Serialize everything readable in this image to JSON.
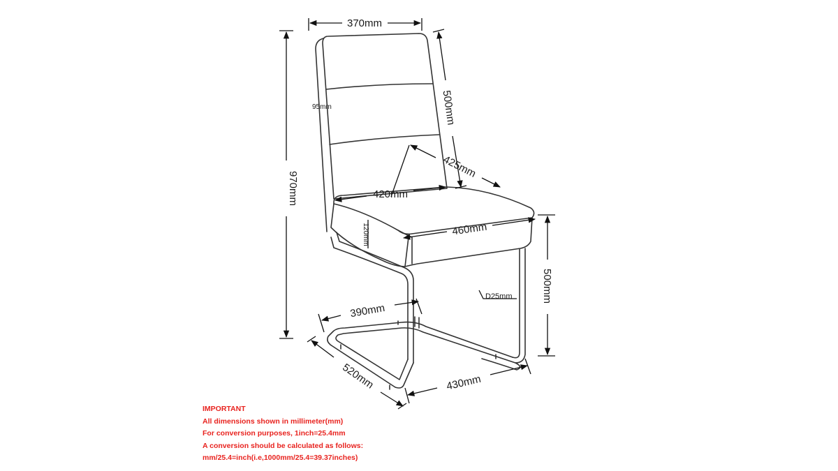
{
  "dimensions": {
    "back_width": "370mm",
    "back_height": "500mm",
    "total_height": "970mm",
    "panel_height": "95mm",
    "seat_depth_diag": "425mm",
    "seat_back_width": "420mm",
    "seat_width": "460mm",
    "seat_thickness": "120mm",
    "seat_height": "500mm",
    "tube_diameter": "D25mm",
    "base_front_width": "390mm",
    "base_depth": "520mm",
    "base_rear_width": "430mm"
  },
  "notes": {
    "title": "IMPORTANT",
    "lines": [
      "All dimensions shown in millimeter(mm)",
      "For conversion purposes, 1inch=25.4mm",
      "A conversion should be calculated as follows:",
      "mm/25.4=inch(i.e,1000mm/25.4=39.37inches)"
    ]
  },
  "colors": {
    "note_text": "#e8231f",
    "line": "#333333"
  }
}
